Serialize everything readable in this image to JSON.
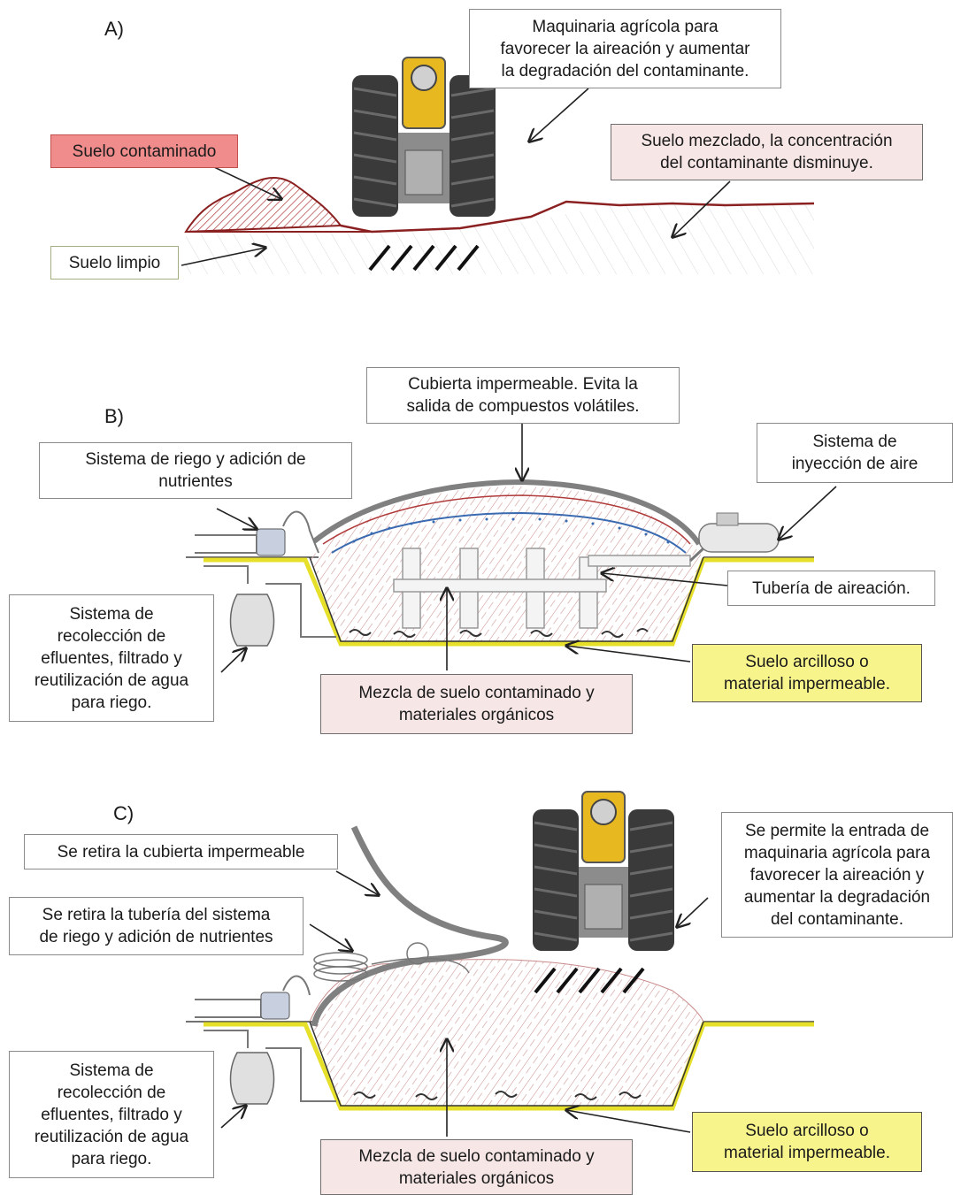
{
  "panel_a": {
    "letter": "A)",
    "machinery": "Maquinaria agrícola para\nfavorecer  la aireación y aumentar\nla degradación del contaminante.",
    "contaminated": "Suelo contaminado",
    "mixed": "Suelo mezclado, la concentración\ndel contaminante disminuye.",
    "clean": "Suelo limpio"
  },
  "panel_b": {
    "letter": "B)",
    "cover": "Cubierta  impermeable.  Evita la\nsalida de compuestos volátiles.",
    "irrigation": "Sistema de riego y adición de\nnutrientes",
    "air": "Sistema de\ninyección de aire",
    "pipe": "Tubería de aireación.",
    "effluent": "Sistema de\nrecolección de\nefluentes, filtrado y\nreutilización de agua\npara riego.",
    "clay": "Suelo arcilloso o\nmaterial impermeable.",
    "mixture": "Mezcla de suelo contaminado y\nmateriales orgánicos"
  },
  "panel_c": {
    "letter": "C)",
    "remove_cover": "Se retira la cubierta impermeable",
    "remove_pipe": "Se retira la tubería del sistema\nde riego y adición de nutrientes",
    "machinery": "Se permite la entrada de\nmaquinaria agrícola para\nfavorecer  la aireación y\naumentar  la degradación\ndel contaminante.",
    "effluent": "Sistema de\nrecolección de\nefluentes, filtrado y\nreutilización de agua\npara riego.",
    "clay": "Suelo arcilloso o\nmaterial impermeable.",
    "mixture": "Mezcla de suelo contaminado y\nmateriales orgánicos"
  },
  "colors": {
    "contaminated_soil": "#b03a3a",
    "liner": "#e6e02a",
    "cover": "#808080",
    "water": "#3a6ab0"
  }
}
